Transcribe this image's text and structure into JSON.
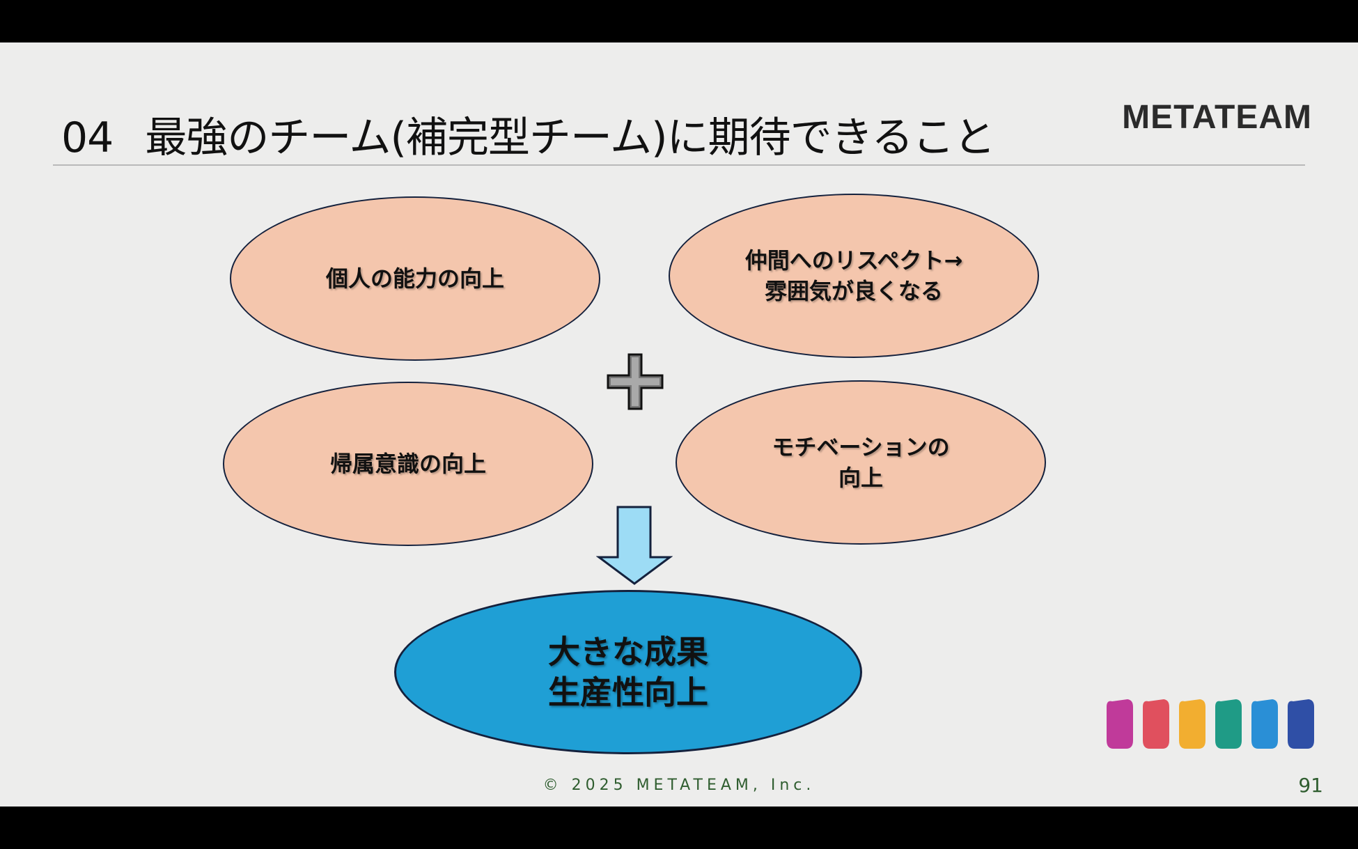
{
  "slide": {
    "title_number": "04",
    "title_text": "最強のチーム(補完型チーム)に期待できること",
    "logo": "METATEAM",
    "ellipses": [
      {
        "text": "個人の能力の向上"
      },
      {
        "text": "仲間へのリスペクト→\n雰囲気が良くなる"
      },
      {
        "text": "帰属意識の向上"
      },
      {
        "text": "モチベーションの\n向上"
      }
    ],
    "result": {
      "text": "大きな成果\n生産性向上"
    },
    "footer": "© 2025 METATEAM, Inc.",
    "page_number": "91"
  },
  "colors": {
    "ellipse_fill": "#f4c6ad",
    "result_fill": "#1f9fd5",
    "arrow_fill": "#9ddcf5",
    "swatches": [
      "#c03a9a",
      "#e0505e",
      "#f2ae30",
      "#1f9b86",
      "#2a8fd6",
      "#2f4fa6"
    ]
  },
  "icons": [
    "plus-icon",
    "down-arrow-icon"
  ]
}
